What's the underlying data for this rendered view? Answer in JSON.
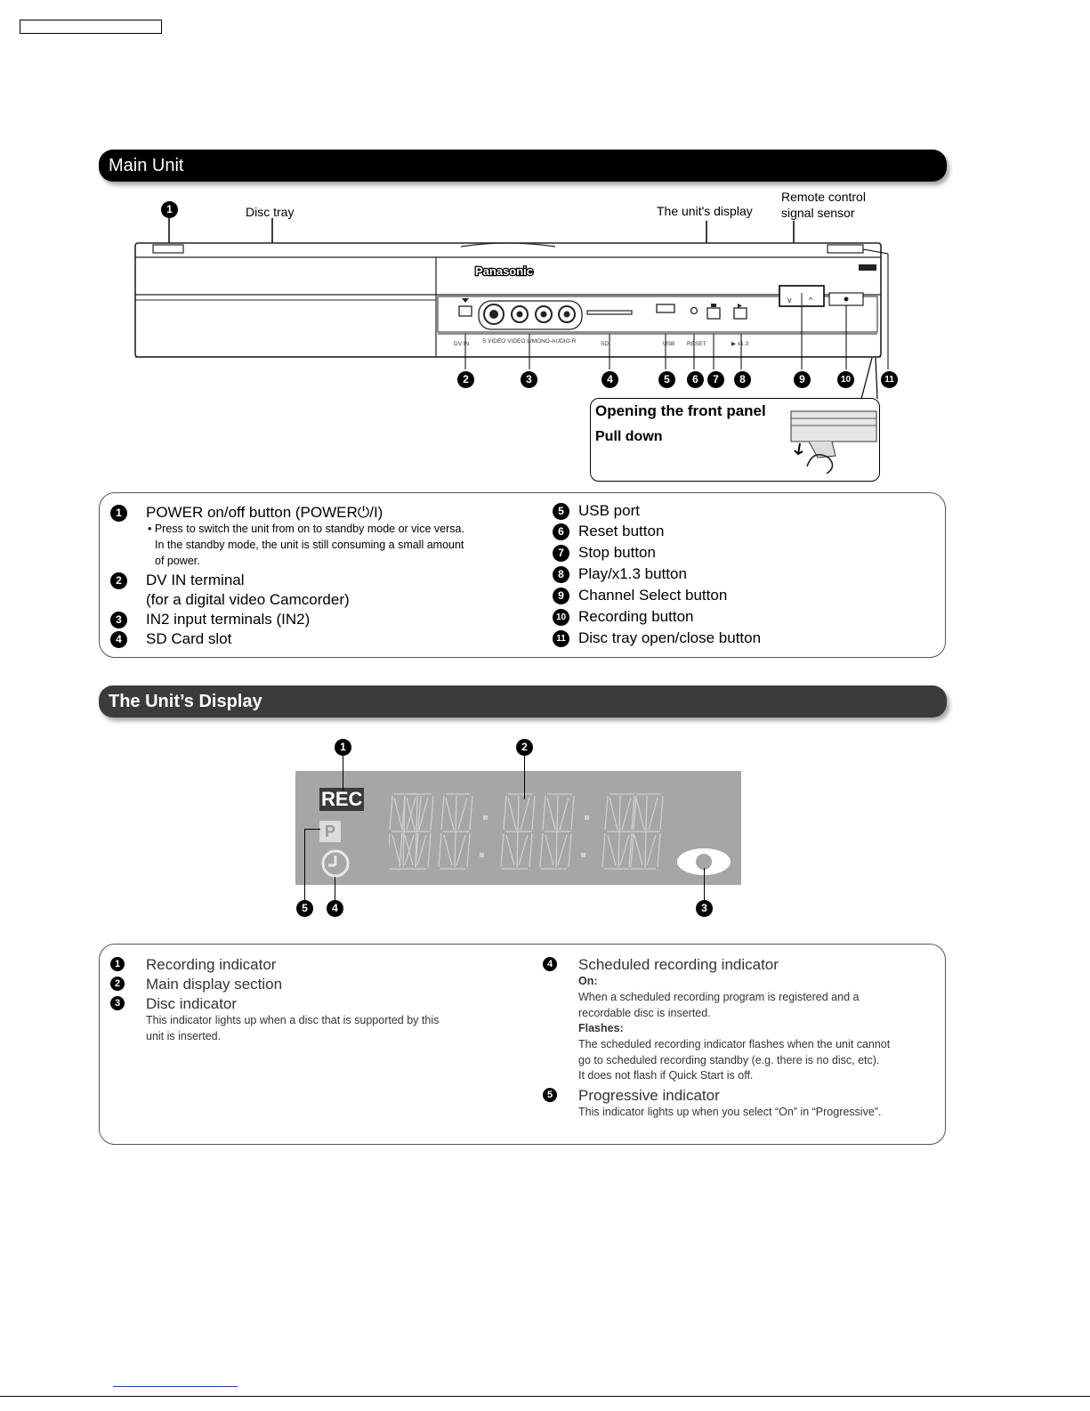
{
  "main_unit": {
    "title": "Main Unit",
    "callouts": {
      "disc_tray": "Disc tray",
      "display": "The unit's display",
      "sensor_line1": "Remote control",
      "sensor_line2": "signal sensor"
    },
    "device": {
      "brand": "Panasonic",
      "labels": [
        "S VIDEO",
        "VIDEO",
        "L/MONO — AUDIO — R",
        "SD",
        "USB",
        "RESET",
        "■",
        "▶ x1.3"
      ]
    },
    "numbers": [
      "1",
      "2",
      "3",
      "4",
      "5",
      "6",
      "7",
      "8",
      "9",
      "10",
      "11"
    ],
    "front_panel": {
      "title": "Opening the front panel",
      "action": "Pull down"
    },
    "legend_left": [
      {
        "n": "1",
        "text": "POWER on/off button (POWER⏻/I)"
      },
      {
        "n": "2",
        "text": "DV IN terminal"
      },
      {
        "n": "",
        "text": "(for a digital video Camcorder)"
      },
      {
        "n": "3",
        "text": "IN2 input terminals (IN2)"
      },
      {
        "n": "4",
        "text": "SD Card slot"
      }
    ],
    "legend_left_notes": [
      "• Press to switch the unit from on to standby mode or vice versa.",
      "In the standby mode, the unit is still consuming a small amount",
      "of power."
    ],
    "legend_right": [
      {
        "n": "5",
        "text": "USB port"
      },
      {
        "n": "6",
        "text": "Reset button"
      },
      {
        "n": "7",
        "text": "Stop button"
      },
      {
        "n": "8",
        "text": "Play/x1.3 button"
      },
      {
        "n": "9",
        "text": "Channel Select button"
      },
      {
        "n": "10",
        "text": "Recording button"
      },
      {
        "n": "11",
        "text": "Disc tray open/close button"
      }
    ]
  },
  "unit_display": {
    "title": "The Unit’s Display",
    "rec_label": "REC",
    "p_label": "P",
    "numbers": [
      "1",
      "2",
      "3",
      "4",
      "5"
    ],
    "legend_left": [
      {
        "n": "1",
        "text": "Recording indicator"
      },
      {
        "n": "2",
        "text": "Main display section"
      },
      {
        "n": "3",
        "text": "Disc indicator"
      }
    ],
    "disc_note": [
      "This indicator lights up when a disc that is supported by this",
      "unit is inserted."
    ],
    "legend_right": [
      {
        "n": "4",
        "text": "Scheduled recording indicator"
      },
      {
        "n": "5",
        "text": "Progressive indicator"
      }
    ],
    "scheduled_notes": {
      "on_label": "On:",
      "on_text": [
        "When a scheduled recording program is registered and a",
        "recordable disc is inserted."
      ],
      "flash_label": "Flashes:",
      "flash_text": [
        "The scheduled recording indicator flashes when the unit cannot",
        "go to scheduled recording standby (e.g. there is no disc, etc).",
        "It does not flash if Quick Start is off."
      ]
    },
    "progressive_note": "This indicator lights up when you select “On” in “Progressive”."
  }
}
